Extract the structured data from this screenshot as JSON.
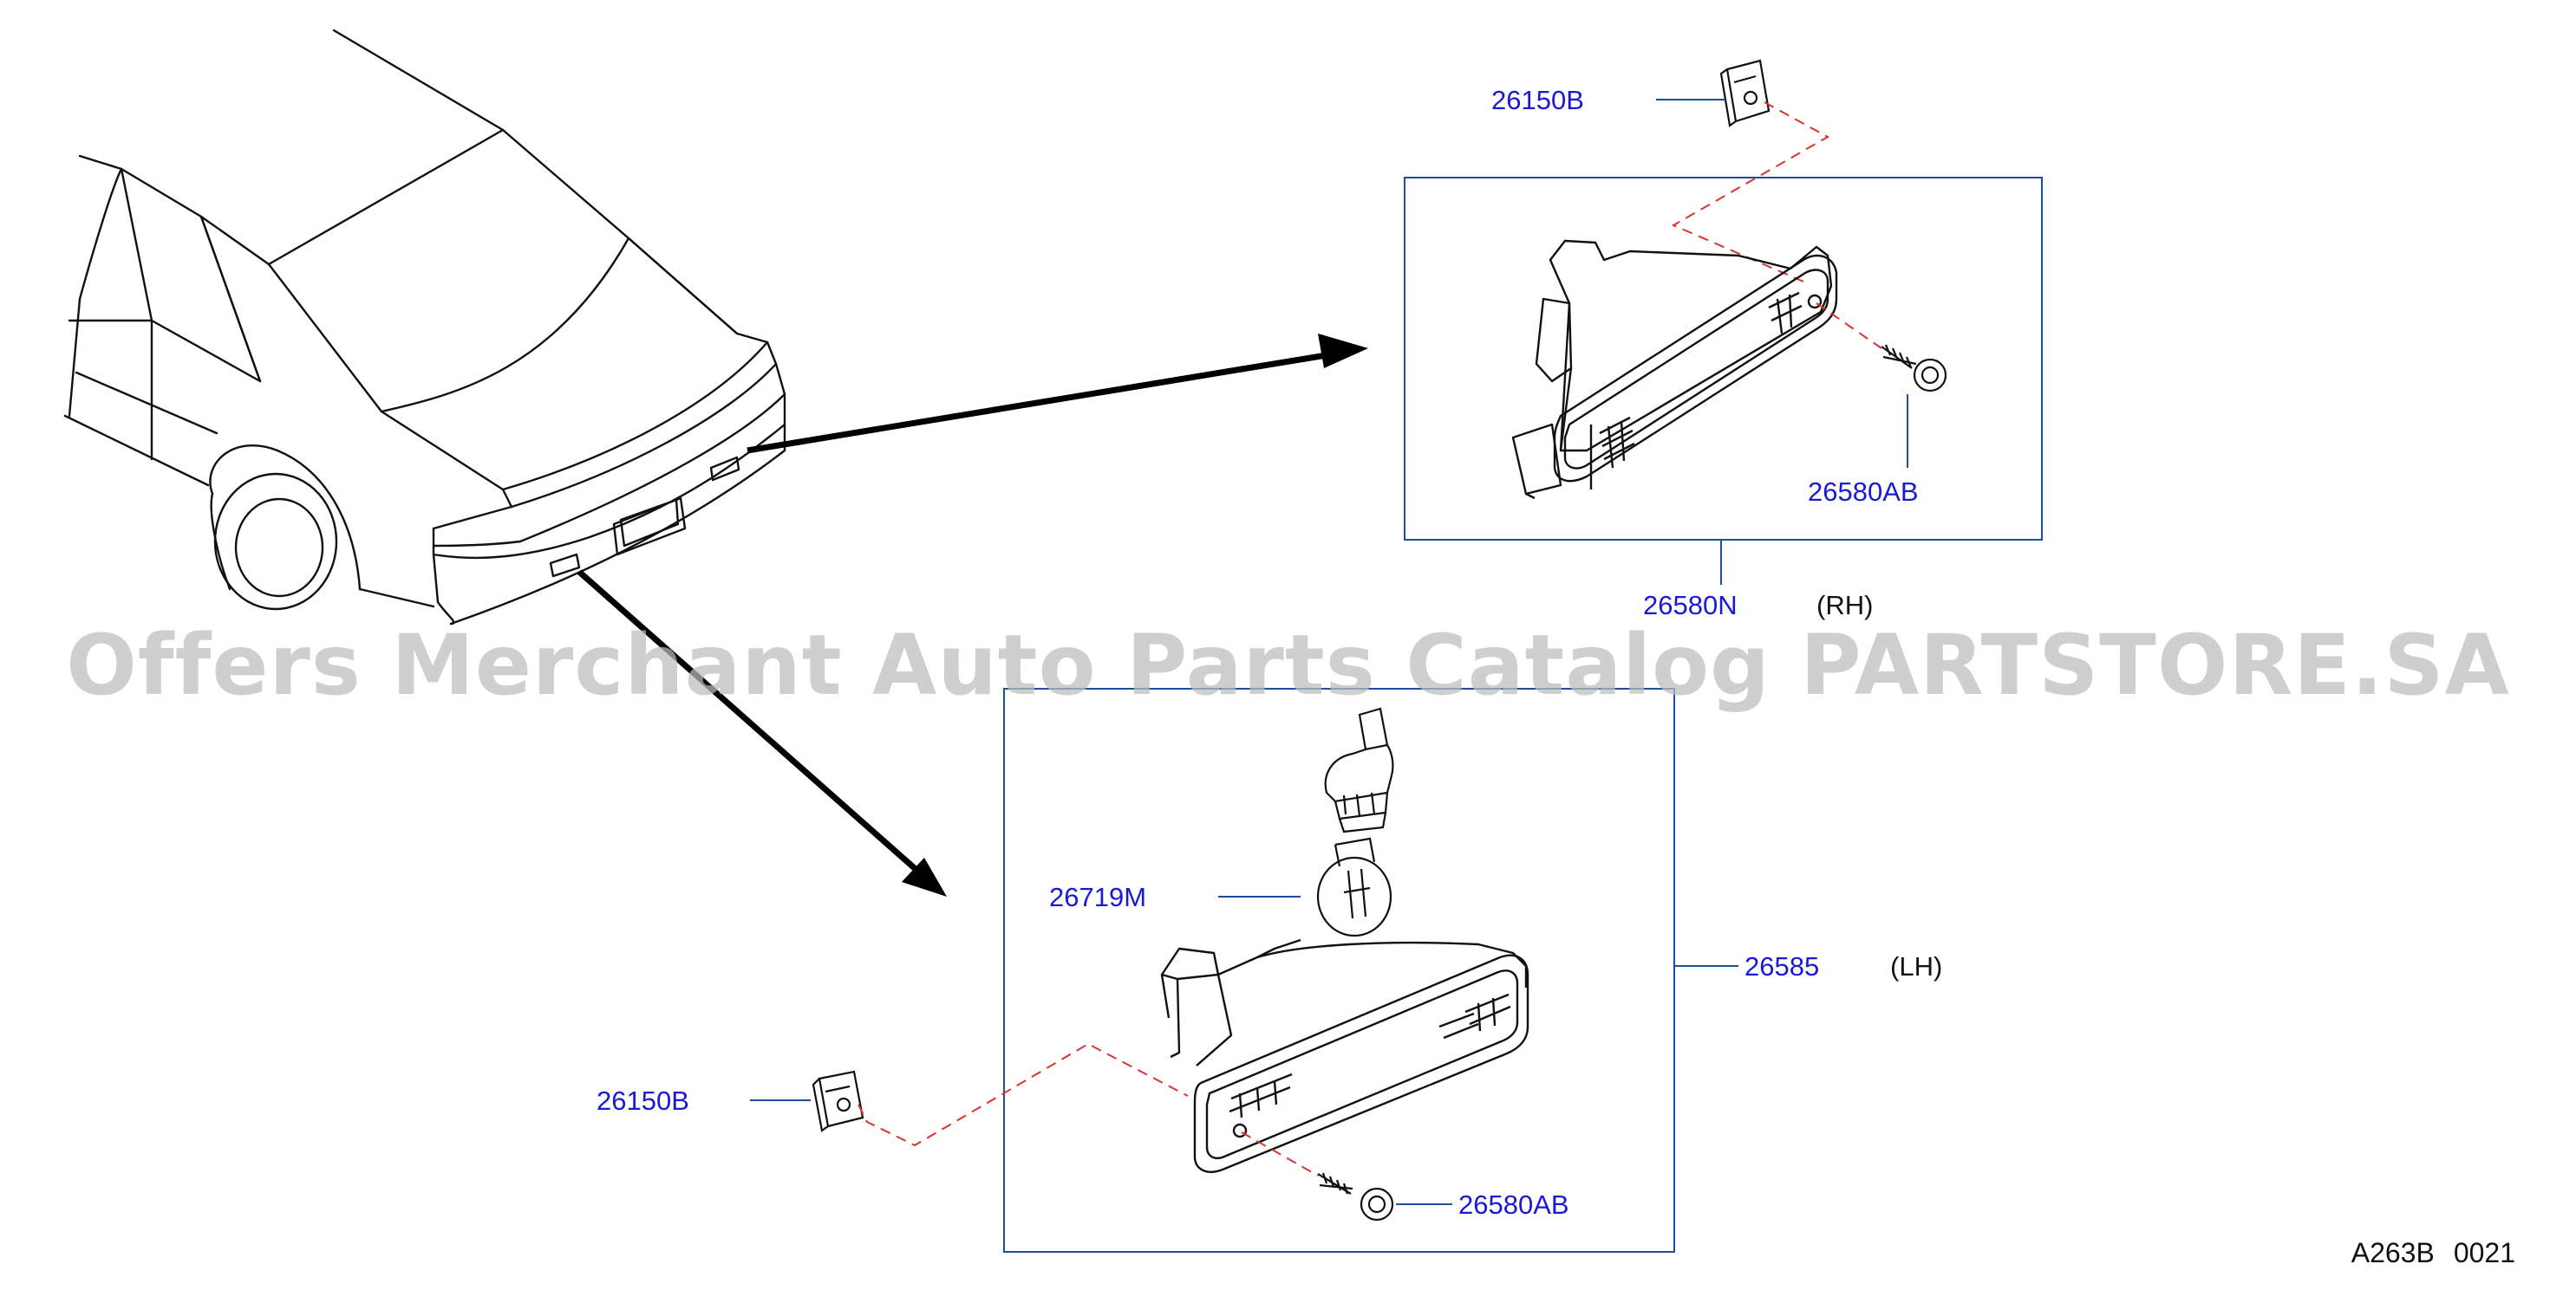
{
  "watermark": "Offers Merchant Auto Parts Catalog PARTSTORE.SA",
  "labels": {
    "clip_rh": "26150B",
    "screw_rh": "26580AB",
    "lamp_rh": "26580N",
    "rh_side": "(RH)",
    "bulb": "26719M",
    "lamp_lh": "26585",
    "lh_side": "(LH)",
    "clip_lh": "26150B",
    "screw_lh": "26580AB"
  },
  "diagram_code": {
    "part1": "A263B",
    "part2": "0021"
  },
  "colors": {
    "leader": "#1f4e9a",
    "part_text": "#1a1ad6",
    "dash": "#e03030",
    "line": "#111111"
  }
}
